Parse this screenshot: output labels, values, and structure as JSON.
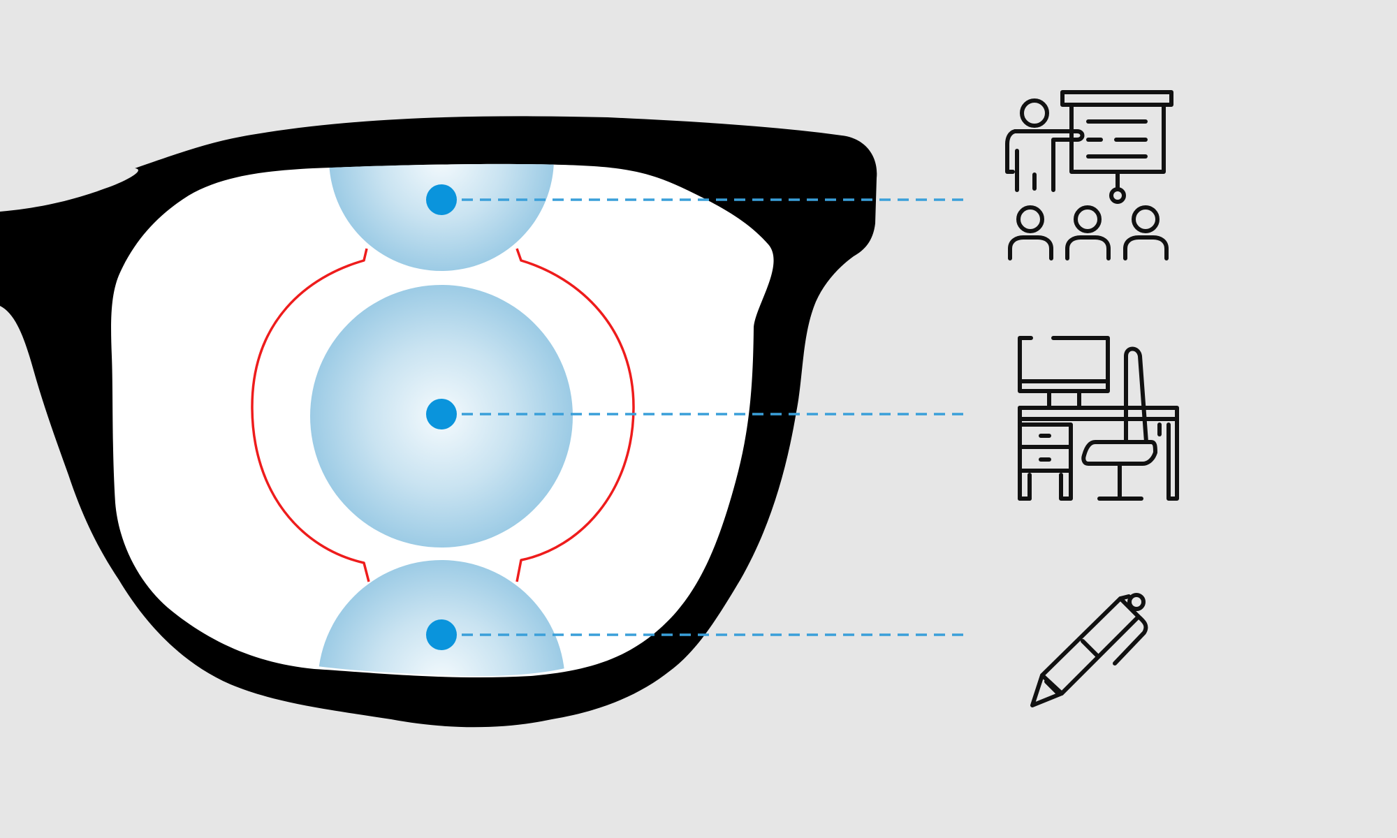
{
  "diagram": {
    "subject": "progressive-lens-vision-zones",
    "colors": {
      "background": "#e6e6e6",
      "frame": "#000000",
      "lens": "#ffffff",
      "zone_fill_center": "#f2f9fc",
      "zone_fill_edge": "#9fcce6",
      "focal_point": "#0a94dc",
      "guide_line": "#3a9fd9",
      "corridor_outline": "#ee1c1c",
      "icon_stroke": "#111111"
    },
    "zones": [
      {
        "id": "distance",
        "icon": "presentation-classroom-icon"
      },
      {
        "id": "intermediate",
        "icon": "computer-desk-workstation-icon"
      },
      {
        "id": "near",
        "icon": "pen-writing-icon"
      }
    ]
  }
}
